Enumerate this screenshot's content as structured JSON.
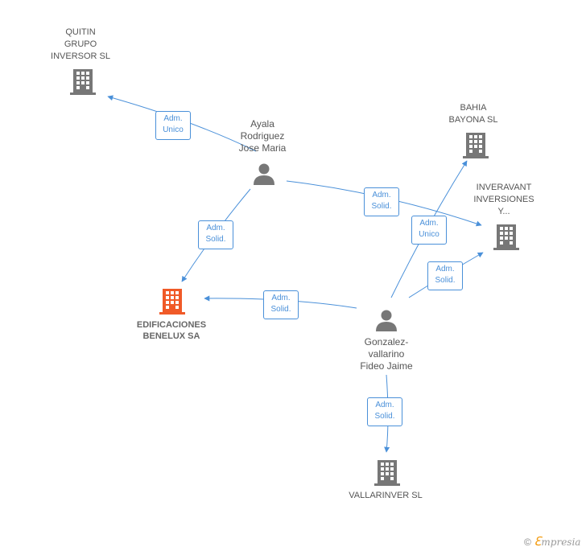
{
  "colors": {
    "edge": "#4a90d9",
    "company": "#777777",
    "person": "#777777",
    "main_company": "#f05a28"
  },
  "nodes": {
    "quitin": {
      "label": [
        "QUITIN",
        "GRUPO",
        "INVERSOR SL"
      ],
      "icon": "building-icon"
    },
    "bahia": {
      "label": [
        "BAHIA",
        "BAYONA SL"
      ],
      "icon": "building-icon"
    },
    "inveravant": {
      "label": [
        "INVERAVANT",
        "INVERSIONES",
        "Y..."
      ],
      "icon": "building-icon"
    },
    "ayala": {
      "label": [
        "Ayala",
        "Rodriguez",
        "Jose Maria"
      ],
      "icon": "person-icon"
    },
    "edificaciones": {
      "label": [
        "EDIFICACIONES",
        "BENELUX SA"
      ],
      "icon": "building-icon"
    },
    "gonzalez": {
      "label": [
        "Gonzalez-",
        "vallarino",
        "Fideo Jaime"
      ],
      "icon": "person-icon"
    },
    "vallarinver": {
      "label": [
        "VALLARINVER SL"
      ],
      "icon": "building-icon"
    }
  },
  "edges": {
    "ayala_quitin": [
      "Adm.",
      "Unico"
    ],
    "ayala_inveravant": [
      "Adm.",
      "Solid."
    ],
    "ayala_edificaciones": [
      "Adm.",
      "Solid."
    ],
    "gonzalez_bahia": [
      "Adm.",
      "Unico"
    ],
    "gonzalez_inveravant": [
      "Adm.",
      "Solid."
    ],
    "gonzalez_edificaciones": [
      "Adm.",
      "Solid."
    ],
    "gonzalez_vallarinver": [
      "Adm.",
      "Solid."
    ]
  },
  "brand": {
    "copyright": "©",
    "e": "ℇ",
    "rest": "mpresia"
  }
}
